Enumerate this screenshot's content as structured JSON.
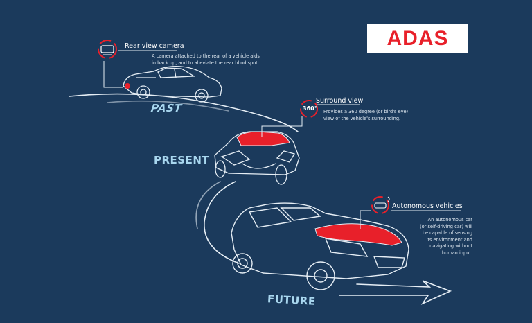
{
  "logo": {
    "text": "ADAS",
    "bg_color": "#ffffff",
    "text_color": "#e8202a"
  },
  "colors": {
    "background": "#1b3a5c",
    "outline": "#e6eef5",
    "accent": "#e8202a",
    "era_label": "#a9d7ef"
  },
  "eras": {
    "past": "PAST",
    "present": "PRESENT",
    "future": "FUTURE"
  },
  "features": {
    "rear": {
      "title": "Rear view camera",
      "desc_lines": [
        "A camera attached to the rear of a vehicle aids",
        "in back up, and to alleviate the rear blind spot."
      ],
      "icon": "rear-camera-icon"
    },
    "surround": {
      "title": "Surround view",
      "badge": "360°",
      "desc_lines": [
        "Provides a 360 degree (or bird's eye)",
        "view of the vehicle's surrounding."
      ],
      "icon": "surround-360-icon"
    },
    "autonomous": {
      "title": "Autonomous vehicles",
      "desc_lines": [
        "An autonomous car",
        "(or self-driving car) will",
        "be capable of sensing",
        "its environment and",
        "navigating without",
        "human input."
      ],
      "icon": "autonomous-car-icon"
    }
  }
}
